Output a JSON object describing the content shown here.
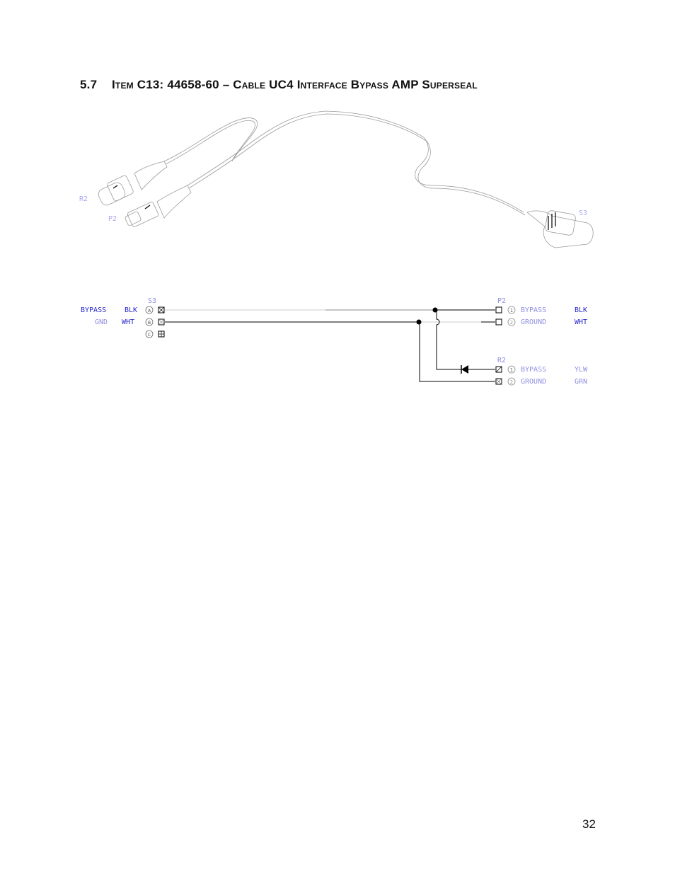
{
  "section": {
    "number": "5.7",
    "title": "Item C13: 44658-60 – Cable UC4 Interface Bypass AMP Superseal"
  },
  "illustration": {
    "connector_labels": [
      "R2",
      "P2",
      "S3"
    ],
    "label_color": "#a9a9ee"
  },
  "schematic": {
    "s3": {
      "name": "S3",
      "pins": [
        {
          "signal": "BYPASS",
          "color": "BLK",
          "pin": "A"
        },
        {
          "signal": "GND",
          "color": "WHT",
          "pin": "B"
        },
        {
          "signal": "",
          "color": "",
          "pin": "C"
        }
      ]
    },
    "p2": {
      "name": "P2",
      "pins": [
        {
          "pin": "1",
          "signal": "BYPASS",
          "color": "BLK"
        },
        {
          "pin": "2",
          "signal": "GROUND",
          "color": "WHT"
        }
      ]
    },
    "r2": {
      "name": "R2",
      "pins": [
        {
          "pin": "1",
          "signal": "BYPASS",
          "color": "YLW"
        },
        {
          "pin": "2",
          "signal": "GROUND",
          "color": "GRN"
        }
      ]
    },
    "colors": {
      "label_blue": "#2a2acc",
      "label_light": "#8f8fe0",
      "wire_black": "#000000",
      "wire_gray": "#cccccc"
    }
  },
  "footer": {
    "page_number": "32"
  }
}
